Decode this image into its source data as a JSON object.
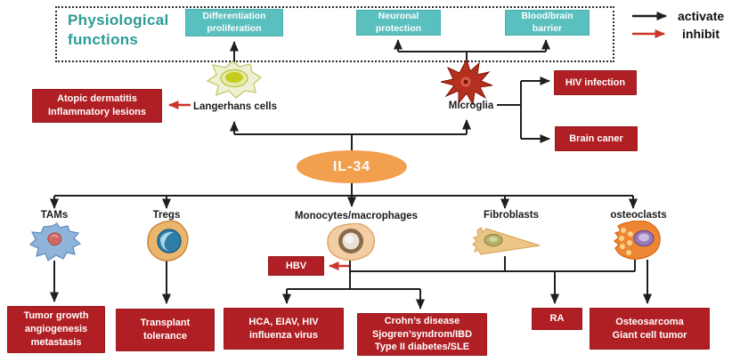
{
  "diagram_title": "IL-34 physiological functions and disease associations",
  "colors": {
    "teal_box": "#5abfbf",
    "teal_title_text": "#2a9c95",
    "red_box": "#b01f24",
    "activate_arrow": "#1f1f1f",
    "inhibit_arrow": "#cc352c",
    "il34_ellipse": "#f3a04e"
  },
  "legend": {
    "activate_label": "activate",
    "inhibit_label": "inhibit"
  },
  "physiological": {
    "title": "Physiological\nfunctions",
    "boxes": [
      {
        "label": "Differentiation\nproliferation"
      },
      {
        "label": "Neuronal\nprotection"
      },
      {
        "label": "Blood/brain\nbarrier"
      }
    ]
  },
  "center": {
    "label": "IL-34"
  },
  "upstream_cells": [
    {
      "name": "langerhans",
      "label": "Langerhans cells"
    },
    {
      "name": "microglia",
      "label": "Microglia"
    }
  ],
  "condition_boxes": {
    "atopic": "Atopic dermatitis\nInflammatory lesions",
    "hiv": "HIV infection",
    "brain_cancer": "Brain caner",
    "hbv": "HBV"
  },
  "downstream_cells": [
    {
      "name": "tams",
      "label": "TAMs"
    },
    {
      "name": "tregs",
      "label": "Tregs"
    },
    {
      "name": "monocytes",
      "label": "Monocytes/macrophages"
    },
    {
      "name": "fibroblasts",
      "label": "Fibroblasts"
    },
    {
      "name": "osteoclasts",
      "label": "osteoclasts"
    }
  ],
  "outcome_boxes": [
    {
      "label": "Tumor growth\nangiogenesis\nmetastasis"
    },
    {
      "label": "Transplant\ntolerance"
    },
    {
      "label": "HCA, EIAV, HIV\ninfluenza virus"
    },
    {
      "label": "Crohn’s disease\nSjogren’syndrom/IBD\nType II diabetes/SLE"
    },
    {
      "label": "RA"
    },
    {
      "label": "Osteosarcoma\nGiant cell tumor"
    }
  ]
}
